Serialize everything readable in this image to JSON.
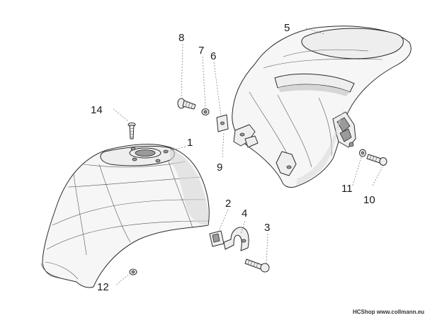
{
  "diagram": {
    "callouts": [
      {
        "id": "1",
        "text": "1"
      },
      {
        "id": "2",
        "text": "2"
      },
      {
        "id": "3",
        "text": "3"
      },
      {
        "id": "4",
        "text": "4"
      },
      {
        "id": "5",
        "text": "5"
      },
      {
        "id": "6",
        "text": "6"
      },
      {
        "id": "7",
        "text": "7"
      },
      {
        "id": "8",
        "text": "8"
      },
      {
        "id": "9",
        "text": "9"
      },
      {
        "id": "10",
        "text": "10"
      },
      {
        "id": "11",
        "text": "11"
      },
      {
        "id": "12",
        "text": "12"
      },
      {
        "id": "14",
        "text": "14"
      }
    ],
    "watermark": "HCShop www.collmann.eu"
  }
}
